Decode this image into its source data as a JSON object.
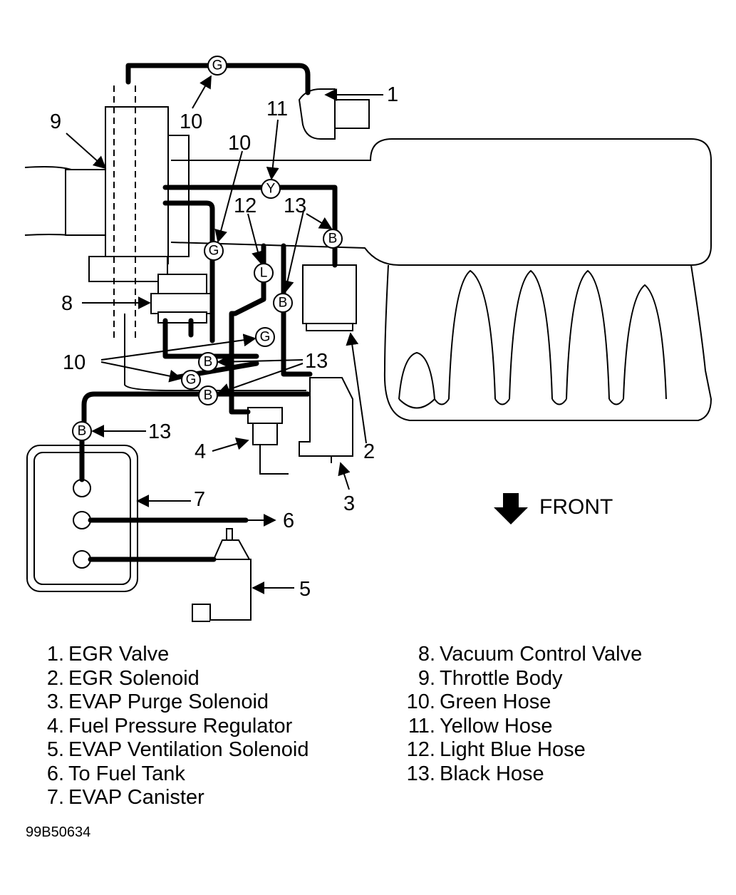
{
  "diagram": {
    "front_label": "FRONT",
    "callouts": {
      "c1": "1",
      "c2": "2",
      "c3": "3",
      "c4": "4",
      "c5": "5",
      "c6": "6",
      "c7": "7",
      "c8": "8",
      "c9": "9",
      "c10a": "10",
      "c10b": "10",
      "c10c": "10",
      "c11": "11",
      "c12": "12",
      "c13a": "13",
      "c13b": "13",
      "c13c": "13"
    },
    "hose_markers": {
      "g1": "G",
      "g2": "G",
      "g3": "G",
      "g4": "G",
      "y1": "Y",
      "l1": "L",
      "b1": "B",
      "b2": "B",
      "b3": "B",
      "b4": "B",
      "b5": "B"
    },
    "icons": {
      "front_arrow": "arrow-down-icon"
    }
  },
  "legend": {
    "left": [
      {
        "num": "1.",
        "text": "EGR Valve"
      },
      {
        "num": "2.",
        "text": "EGR Solenoid"
      },
      {
        "num": "3.",
        "text": "EVAP Purge Solenoid"
      },
      {
        "num": "4.",
        "text": "Fuel Pressure Regulator"
      },
      {
        "num": "5.",
        "text": "EVAP Ventilation Solenoid"
      },
      {
        "num": "6.",
        "text": "To Fuel Tank"
      },
      {
        "num": "7.",
        "text": "EVAP Canister"
      }
    ],
    "right": [
      {
        "num": "8.",
        "text": "Vacuum Control Valve"
      },
      {
        "num": "9.",
        "text": "Throttle Body"
      },
      {
        "num": "10.",
        "text": "Green Hose"
      },
      {
        "num": "11.",
        "text": "Yellow Hose"
      },
      {
        "num": "12.",
        "text": "Light Blue Hose"
      },
      {
        "num": "13.",
        "text": "Black Hose"
      }
    ]
  },
  "figure_id": "99B50634"
}
